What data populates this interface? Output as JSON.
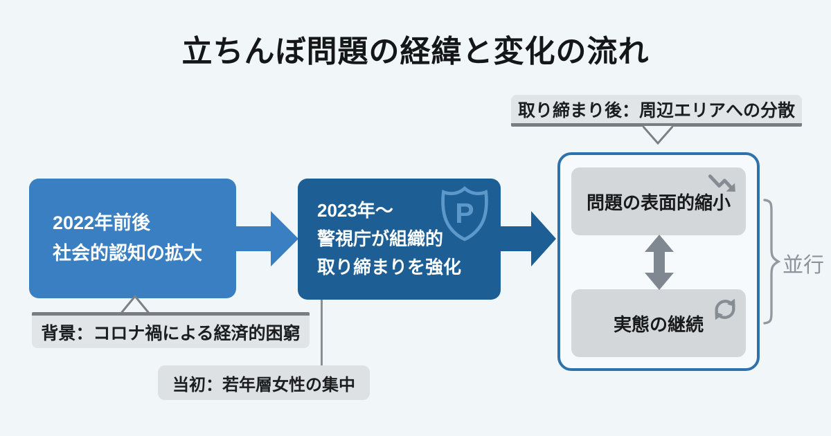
{
  "title": "立ちんぼ問題の経緯と変化の流れ",
  "flow": {
    "box1": {
      "lines": [
        "2022年前後",
        "社会的認知の拡大"
      ]
    },
    "box2": {
      "lines": [
        "2023年〜",
        "警視庁が組織的",
        "取り締まりを強化"
      ],
      "shield_letter": "P"
    },
    "result_group": {
      "top_box": {
        "label": "問題の表面的縮小",
        "icon": "trend-down-zigzag-icon"
      },
      "bottom_box": {
        "label": "実態の継続",
        "icon": "cycle-icon"
      },
      "relation_label": "並行"
    }
  },
  "callouts": {
    "dispersion": "取り締まり後：周辺エリアへの分散",
    "background": "背景：コロナ禍による経済的困窮",
    "initial": "当初：若年層女性の集中"
  },
  "colors": {
    "page_background": "#f1f6f9",
    "primary_blue": "#3a7fc1",
    "dark_blue": "#1d5e95",
    "container_border": "#2d72ab",
    "gray_box": "#d4d7da",
    "callout_gray": "#e2e5e8",
    "icon_gray": "#858c94",
    "brace_gray": "#9299a1"
  }
}
